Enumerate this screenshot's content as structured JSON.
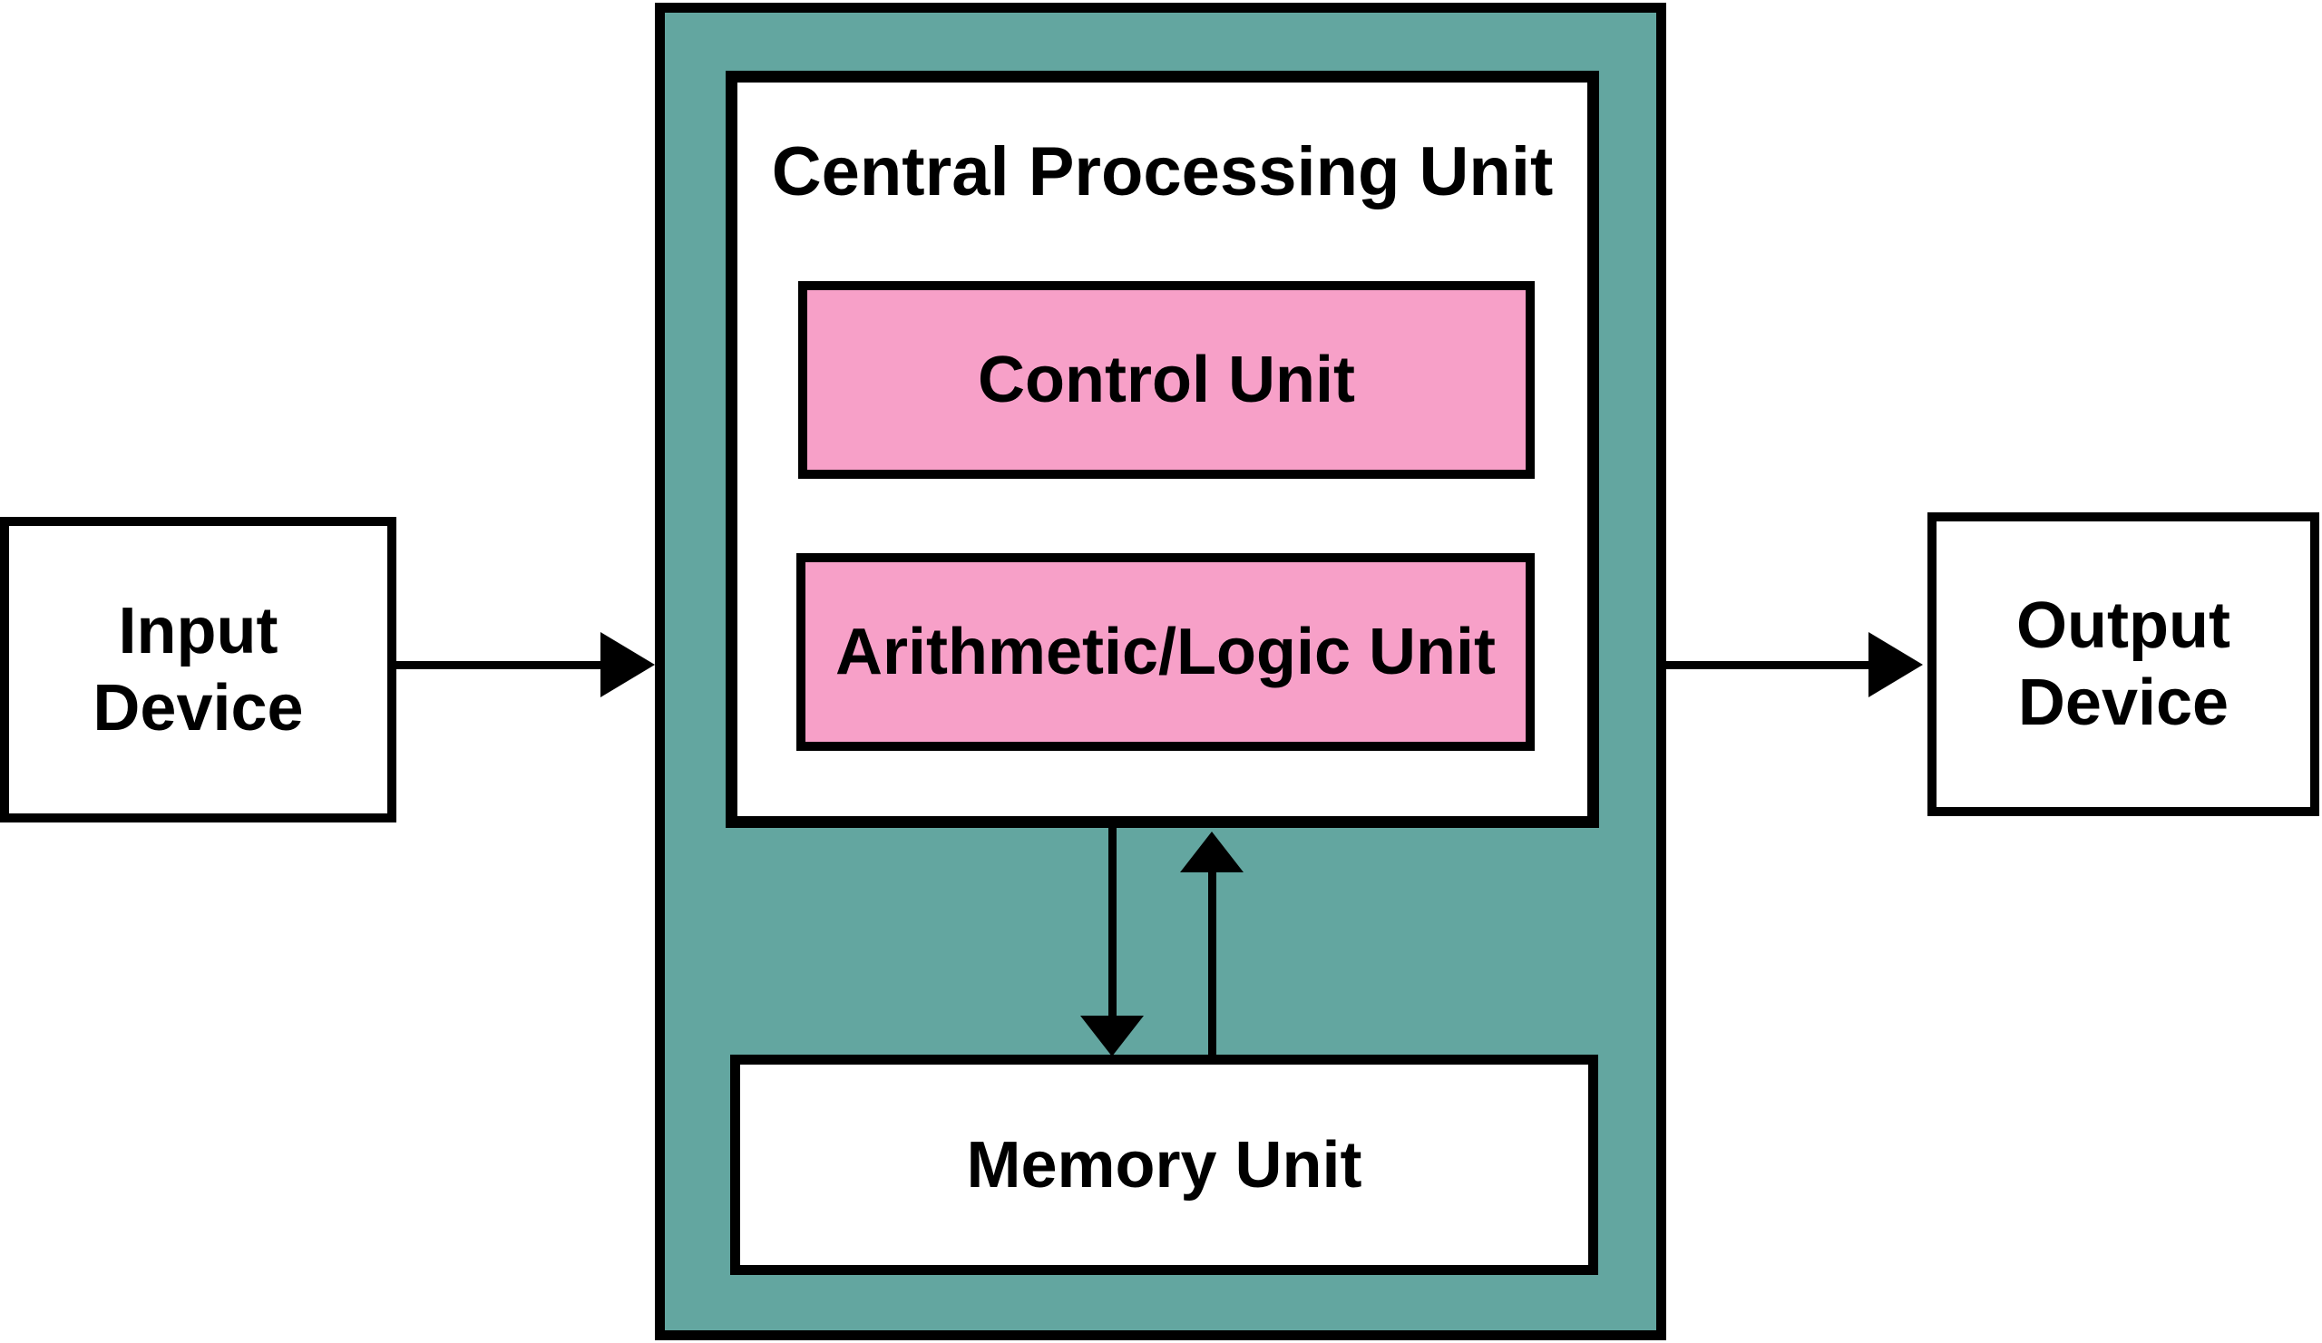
{
  "colors": {
    "canvas_bg": "#ffffff",
    "system_fill": "#63a6a0",
    "unit_fill": "#f7a0c8",
    "box_fill": "#ffffff",
    "line": "#000000"
  },
  "diagram": {
    "cpu_title": "Central Processing Unit",
    "control_unit_label": "Control Unit",
    "alu_label": "Arithmetic/Logic Unit",
    "memory_label": "Memory Unit",
    "input_label": "Input Device",
    "output_label": "Output Device"
  }
}
